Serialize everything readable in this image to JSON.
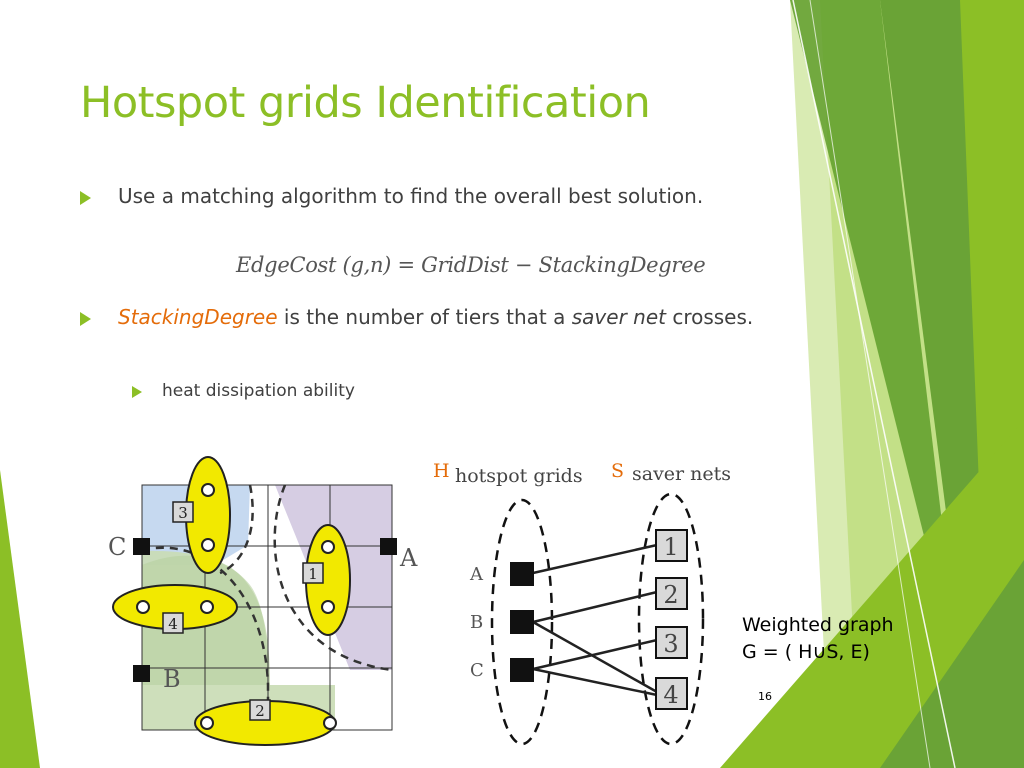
{
  "slide": {
    "title": "Hotspot grids Identification",
    "page_number": "16",
    "colors": {
      "accent": "#8cbf26",
      "highlight": "#e46c0a",
      "hotspot_fill": "#f2e900"
    }
  },
  "bullets": {
    "b1": {
      "text": "Use a matching algorithm to find the overall best solution."
    },
    "formula": "EdgeCost (g,n) = GridDist − StackingDegree",
    "b2": {
      "term": "StackingDegree",
      "mid": " is the number of tiers that a ",
      "term2": "saver net",
      "end": " crosses."
    },
    "sub1": {
      "text": "heat dissipation ability"
    }
  },
  "left_diagram": {
    "labels": {
      "a": "A",
      "b": "B",
      "c": "C"
    },
    "numbers": {
      "n1": "1",
      "n2": "2",
      "n3": "3",
      "n4": "4"
    }
  },
  "right_diagram": {
    "h_letter": "H",
    "h_label": "hotspot grids",
    "s_letter": "S",
    "s_label": "saver nets",
    "hotspots": {
      "a": "A",
      "b": "B",
      "c": "C"
    },
    "nets": {
      "n1": "1",
      "n2": "2",
      "n3": "3",
      "n4": "4"
    }
  },
  "graph_note": {
    "line1": "Weighted graph",
    "line2": "G = ( H∪S, E)"
  }
}
